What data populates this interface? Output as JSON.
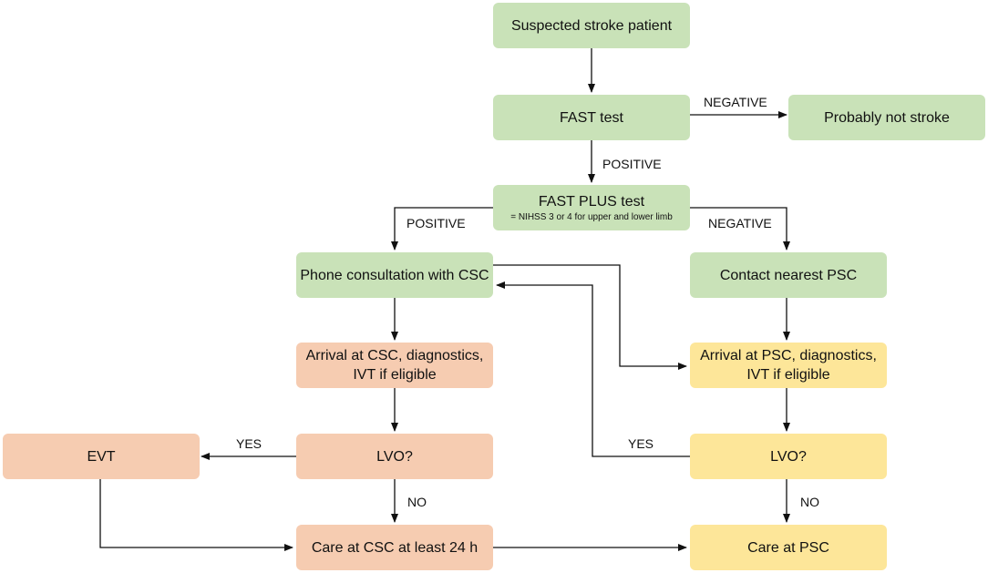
{
  "boxes": {
    "suspected": "Suspected stroke patient",
    "fast_test": "FAST test",
    "not_stroke": "Probably not stroke",
    "fast_plus": "FAST PLUS test",
    "fast_plus_note": "= NIHSS 3 or 4 for upper and lower limb",
    "phone_csc": "Phone consultation with CSC",
    "contact_psc": "Contact nearest PSC",
    "arrival_csc_1": "Arrival at CSC, diagnostics,",
    "arrival_csc_2": "IVT if eligible",
    "arrival_psc_1": "Arrival at PSC, diagnostics,",
    "arrival_psc_2": "IVT if eligible",
    "evt": "EVT",
    "lvo_csc": "LVO?",
    "lvo_psc": "LVO?",
    "care_csc": "Care at CSC at least 24 h",
    "care_psc": "Care at PSC"
  },
  "labels": {
    "negative_fast": "NEGATIVE",
    "positive_fast": "POSITIVE",
    "positive_plus": "POSITIVE",
    "negative_plus": "NEGATIVE",
    "yes_csc": "YES",
    "yes_psc": "YES",
    "no_csc": "NO",
    "no_psc": "NO"
  },
  "colors": {
    "green": "#c9e2b8",
    "orange": "#f6ccb1",
    "yellow": "#fde699"
  }
}
